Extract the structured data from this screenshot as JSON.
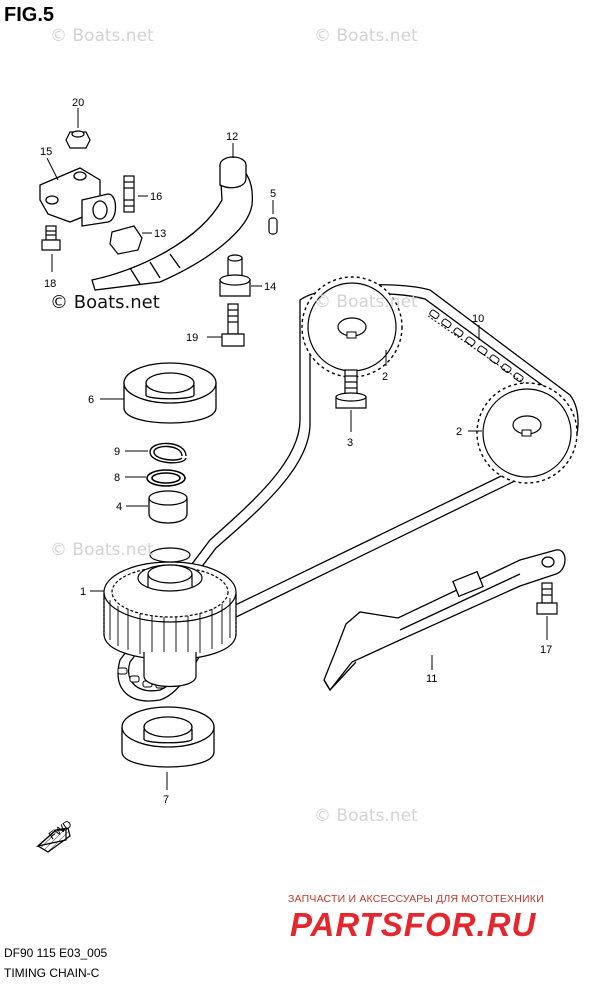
{
  "figure": {
    "title": "FIG.5",
    "code": "DF90 115 E03_005",
    "caption": "TIMING CHAIN-C"
  },
  "watermark": {
    "text": "© Boats.net",
    "copies": [
      "© Boats.net",
      "© Boats.net",
      "© Boats.net",
      "© Boats.net",
      "© Boats.net",
      "© Boats.net"
    ]
  },
  "seller": {
    "tagline": "ЗАПЧАСТИ И АКСЕССУАРЫ ДЛЯ МОТОТЕХНИКИ",
    "logo": "PARTSFOR.RU",
    "color": "#e6262e"
  },
  "fwd_badge": "FWD",
  "callouts": [
    "20",
    "15",
    "16",
    "13",
    "18",
    "12",
    "5",
    "14",
    "19",
    "10",
    "2",
    "2",
    "3",
    "6",
    "9",
    "8",
    "4",
    "1",
    "11",
    "17",
    "7"
  ]
}
